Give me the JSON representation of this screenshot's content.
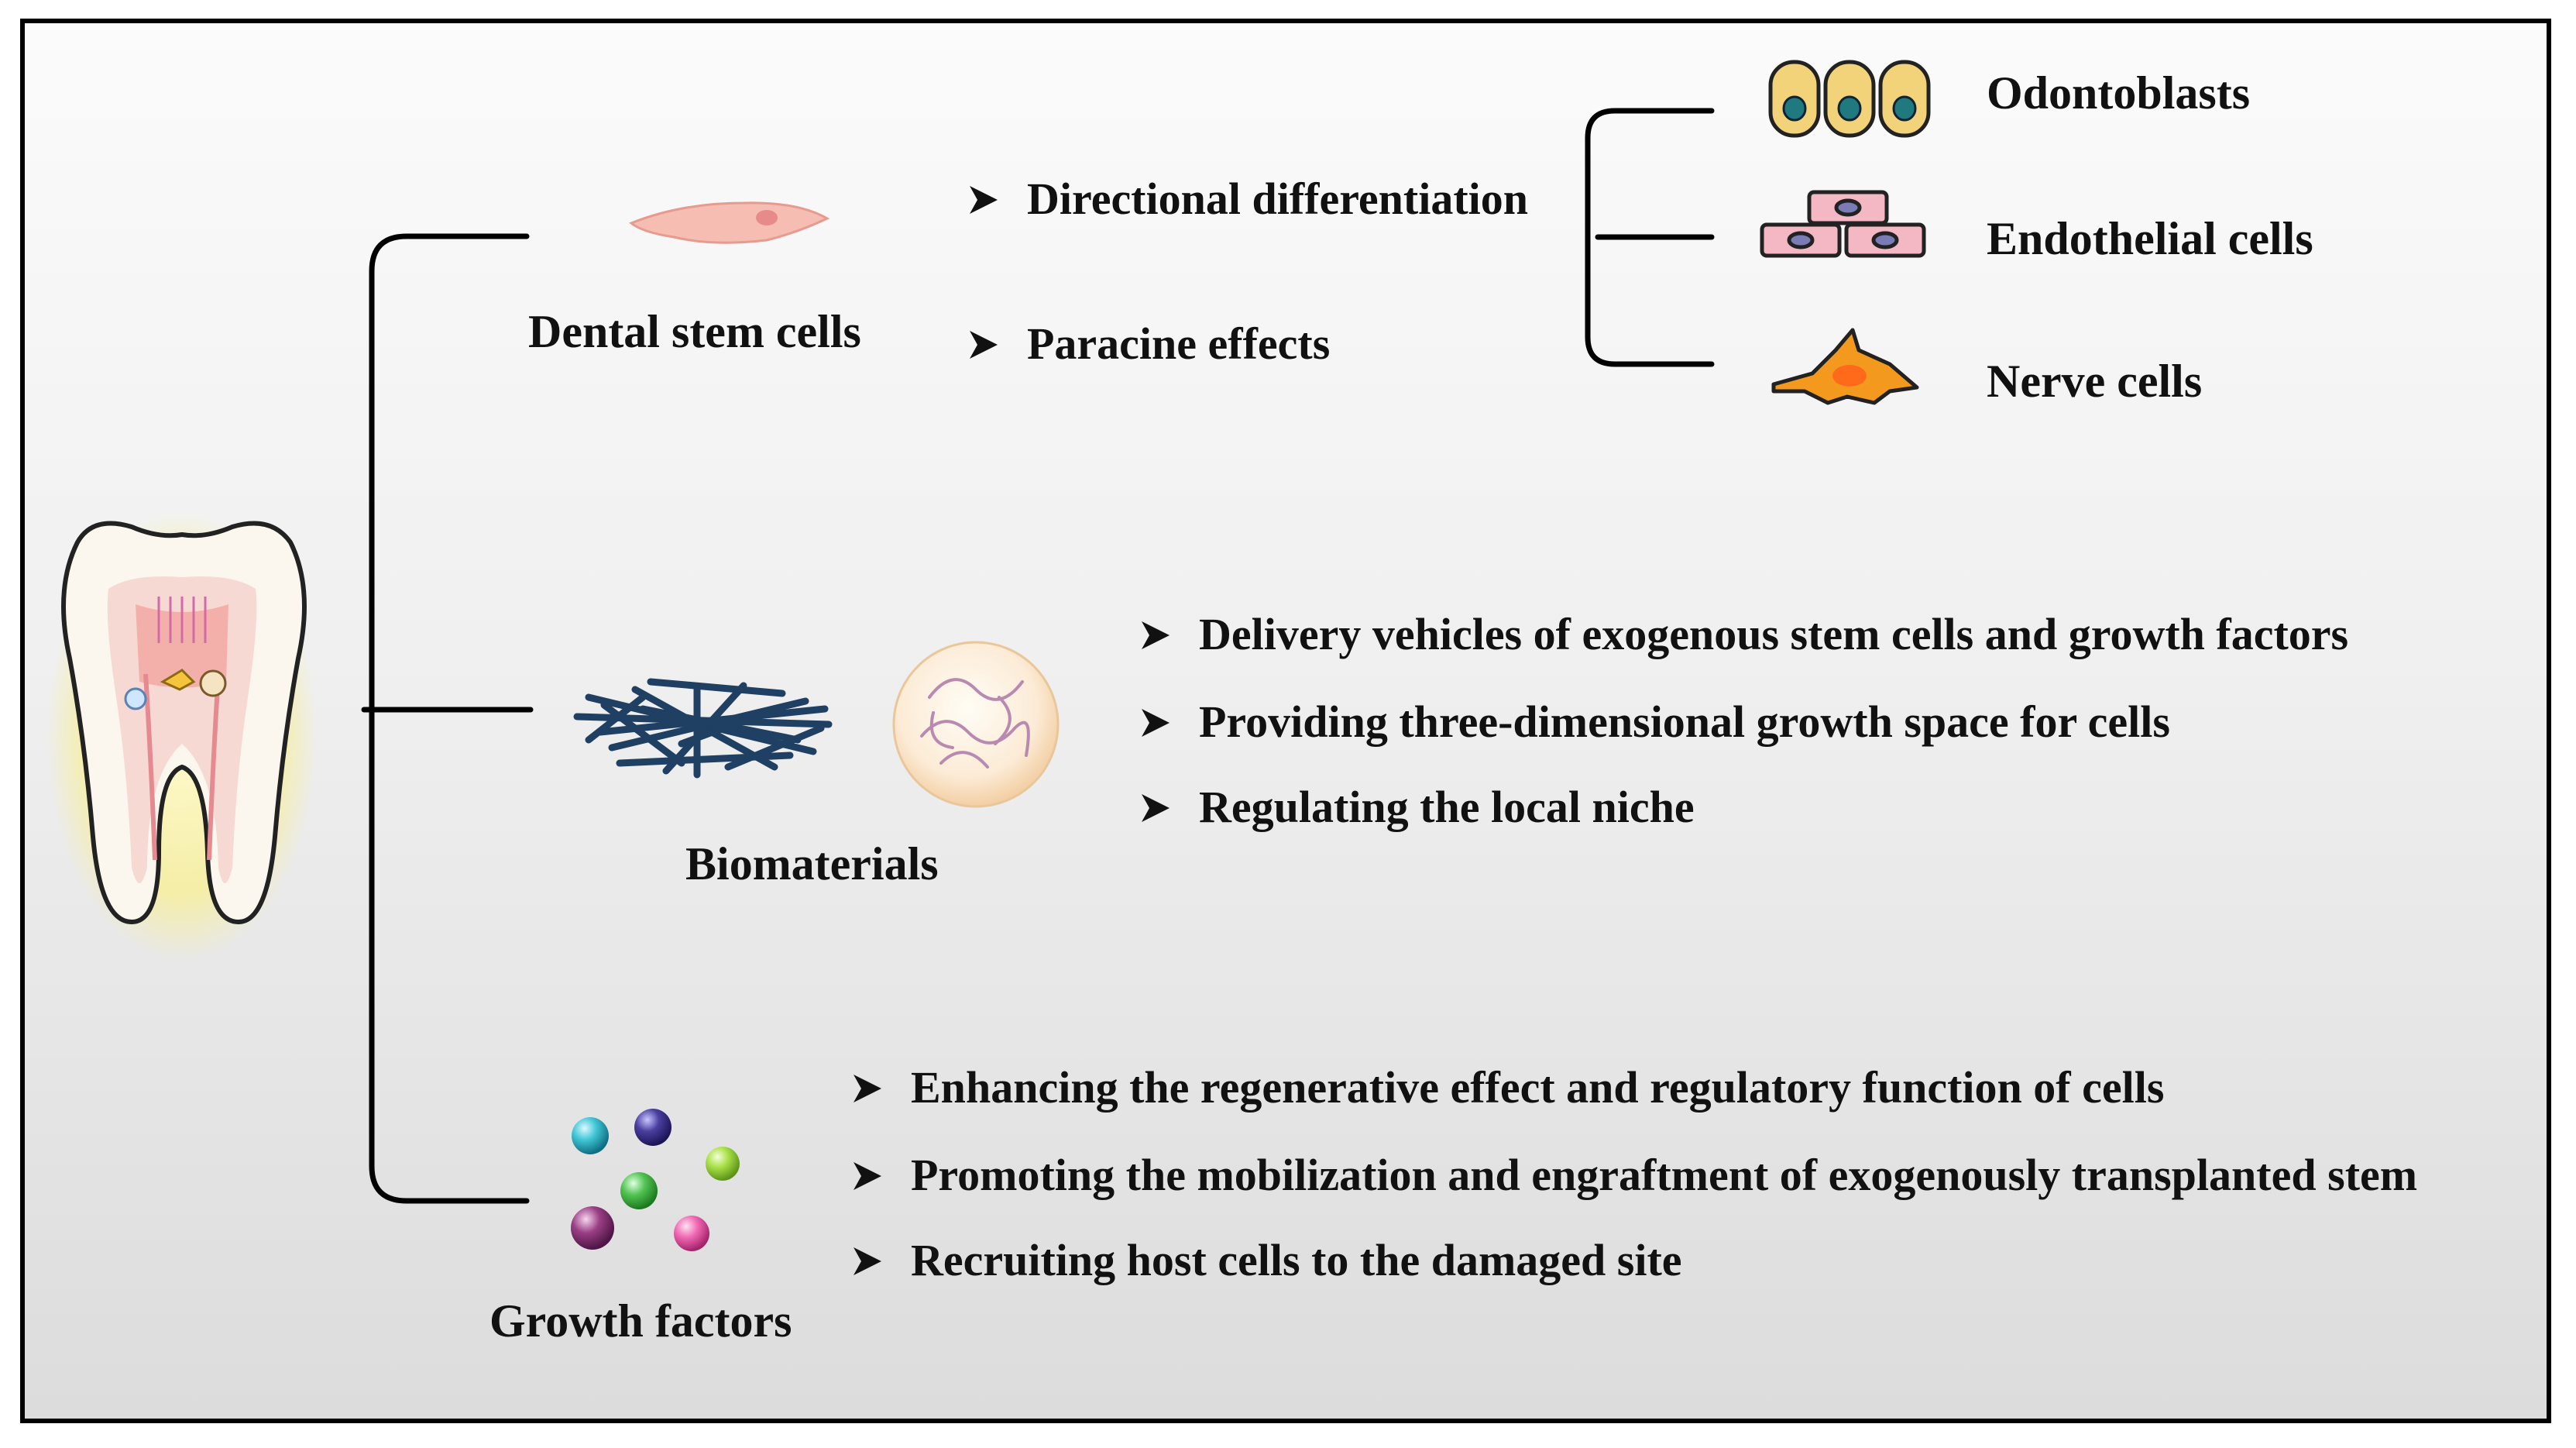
{
  "components": [
    {
      "id": "dental_stem_cells",
      "label": "Dental stem cells",
      "effects": [
        "Directional differentiation",
        "Paracine effects"
      ],
      "differentiates_into": [
        "Odontoblasts",
        "Endothelial cells",
        "Nerve cells"
      ]
    },
    {
      "id": "biomaterials",
      "label": "Biomaterials",
      "roles": [
        "Delivery vehicles of exogenous stem cells and growth factors",
        "Providing three-dimensional growth space for cells",
        "Regulating the local niche"
      ]
    },
    {
      "id": "growth_factors",
      "label": "Growth factors",
      "roles": [
        "Enhancing the regenerative effect and regulatory function of cells",
        "Promoting the mobilization and engraftment of exogenously transplanted stem",
        "Recruiting host cells to the damaged site"
      ]
    }
  ],
  "icons": [
    "tooth-icon",
    "stem-cell-icon",
    "odontoblasts-icon",
    "endothelial-cells-icon",
    "nerve-cell-icon",
    "scaffold-mesh-icon",
    "hydrogel-sphere-icon",
    "growth-factor-spheres-icon",
    "arrowhead-bullet-icon"
  ],
  "colors": {
    "frame": "#000000",
    "background_top": "#fbfbfb",
    "background_bottom": "#dcdcdc",
    "stem_cell": "#f4b3a8",
    "odontoblast": "#f2d37a",
    "nucleus": "#1f7a80",
    "endothelial": "#f4b8c4",
    "nerve": "#f39a1e",
    "scaffold": "#1f3f63",
    "tooth_glow": "#f7f0a0",
    "pulp": "#f5b5b5"
  }
}
